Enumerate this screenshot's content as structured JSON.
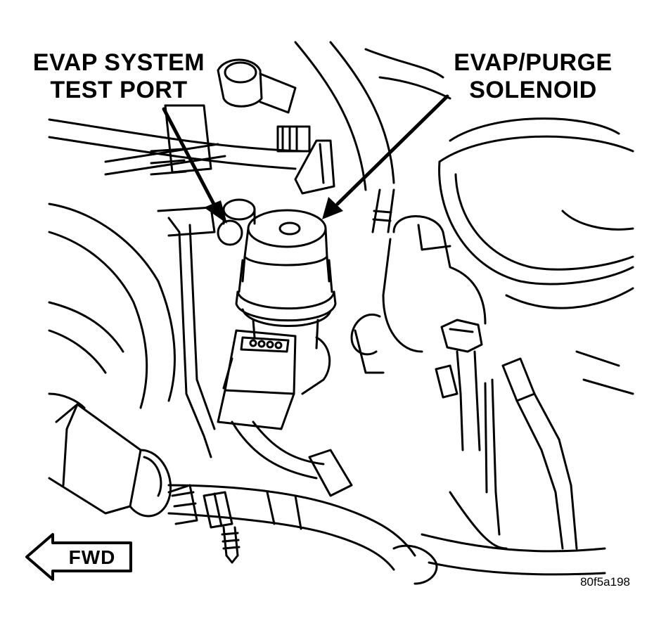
{
  "labels": {
    "test_port": [
      "EVAP SYSTEM",
      "TEST PORT"
    ],
    "solenoid": [
      "EVAP/PURGE",
      "SOLENOID"
    ]
  },
  "direction": {
    "text": "FWD",
    "icon": "left-arrow-icon"
  },
  "figure_id": "80f5a198",
  "colors": {
    "line": "#000000",
    "background": "#ffffff"
  }
}
